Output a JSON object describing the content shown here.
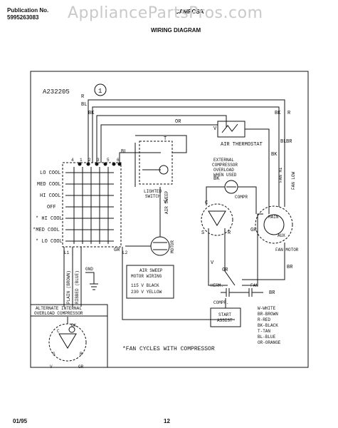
{
  "header": {
    "publication_label": "Publication No.",
    "publication_number": "5995263083",
    "model_code": "CAMPCSA",
    "section_title": "WIRING DIAGRAM",
    "watermark": "AppliancePartsPros.com"
  },
  "diagram": {
    "diagram_id": "A232205",
    "diagram_number": "1",
    "wire_labels": [
      "R",
      "BL",
      "BK",
      "OR",
      "T",
      "BL",
      "V",
      "BK",
      "R",
      "BK",
      "BR",
      "BR",
      "BL",
      "V",
      "GR",
      "BK",
      "BR",
      "V",
      "GR",
      "GR"
    ],
    "switch_positions": [
      "LO COOL",
      "MED COOL",
      "HI COOL",
      "OFF",
      "* HI COOL",
      "*MED COOL",
      "* LO COOL"
    ],
    "terminal_labels": [
      "4",
      "1",
      "2",
      "3",
      "5",
      "6",
      "L1",
      "L2"
    ],
    "components": {
      "thermostat": "AIR THERMOSTAT",
      "overload_note_line1": "EXTERNAL",
      "overload_note_line2": "COMPRESSOR",
      "overload_note_line3": "OVERLOAD",
      "overload_note_line4": "WHEN USED",
      "lighted_switch_line1": "LIGHTED",
      "lighted_switch_line2": "SWITCH",
      "air_sweep": "AIR SWEEP",
      "motor": "MOTOR",
      "compressor": "COMPR",
      "compressor_terminals": [
        "C",
        "S",
        "R"
      ],
      "fan_main": "MAIN",
      "fan_aux": "AUX",
      "fan_motor": "FAN MOTOR",
      "fan_hi": "FAN HI",
      "fan_low": "FAN LOW",
      "herm": "HERM.",
      "compr_cap": "COMPR.",
      "fan_cap": "FAN",
      "start_assist_line1": "START",
      "start_assist_line2": "ASSIST",
      "ground": "GND",
      "plain_wire": "PLAIN (BROWN)",
      "ribbed_wire": "RIBBED (BLUE)"
    },
    "air_sweep_box": {
      "title_line1": "AIR SWEEP",
      "title_line2": "MOTOR WIRING",
      "row1": "115 V BLACK",
      "row2": "230 V YELLOW"
    },
    "overload_box": {
      "title_line1": "ALTERNATE INTERNAL",
      "title_line2": "OVERLOAD COMPRESSOR",
      "labels": [
        "BK",
        "C",
        "S",
        "R",
        "V",
        "GR"
      ]
    },
    "footnote": "*FAN CYCLES WITH COMPRESSOR",
    "color_legend": [
      "W-WHITE",
      "BR-BROWN",
      "R-RED",
      "BK-BLACK",
      "T-TAN",
      "BL-BLUE",
      "OR-ORANGE"
    ]
  },
  "footer": {
    "date": "01/95",
    "page": "12"
  }
}
